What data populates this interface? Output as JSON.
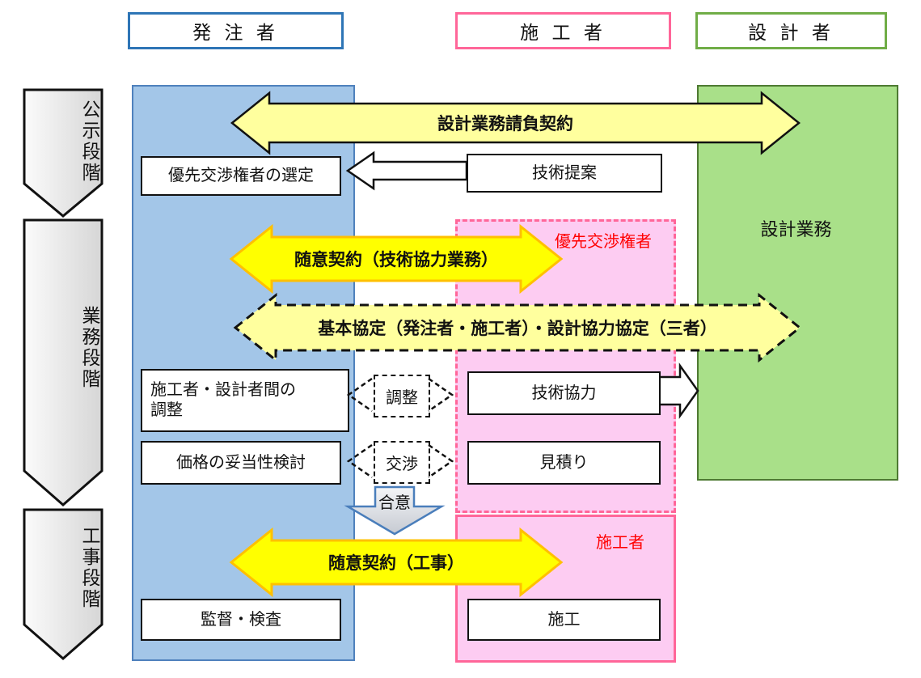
{
  "header": {
    "client": "発 注 者",
    "contractor": "施 工 者",
    "designer": "設 計 者"
  },
  "stage_rail": [
    "公示段階",
    "業務段階",
    "工事段階"
  ],
  "panels": {
    "designer_work": "設計業務"
  },
  "pink_labels": {
    "priority_negotiator": "優先交渉権者",
    "contractor": "施工者"
  },
  "boxes": {
    "selection": "優先交渉権者の選定",
    "proposal": "技術提案",
    "coordination_line1": "施工者・設計者間の",
    "coordination_line2": "調整",
    "price_review": "価格の妥当性検討",
    "tech_cooperation": "技術協力",
    "estimate": "見積り",
    "supervision": "監督・検査",
    "construction": "施工"
  },
  "arrow_labels": {
    "design_contract": "設計業務請負契約",
    "negotiated_tech": "随意契約（技術協力業務）",
    "basic_agreement": "基本協定（発注者・施工者）・設計協力協定（三者）",
    "negotiated_construction": "随意契約（工事）"
  },
  "connector_labels": {
    "adjustment": "調整",
    "negotiation": "交渉",
    "agreement": "合意"
  },
  "colors": {
    "client_accent": "#2e75b6",
    "client_fill": "#a3c6e8",
    "contractor_accent": "#ff6699",
    "contractor_fill": "#fdccf2",
    "designer_accent": "#70ad47",
    "designer_fill": "#a9e089",
    "light_yellow": "#ffff9e",
    "bright_yellow": "#ffff00",
    "bright_yellow_border": "#ffc000",
    "agreement_border": "#4a7ebb",
    "red_label": "#ff0000"
  }
}
